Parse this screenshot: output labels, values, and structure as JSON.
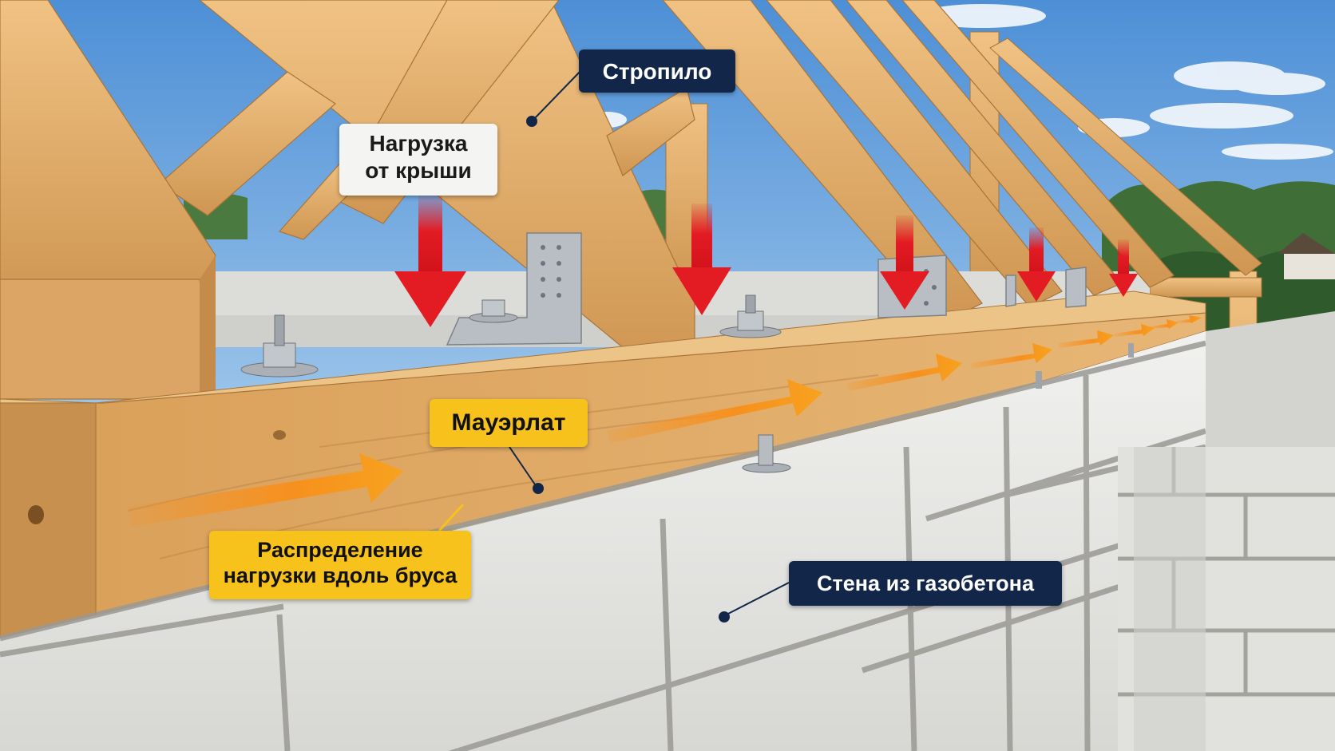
{
  "labels": {
    "rafter": "Стропило",
    "roof_load_line1": "Нагрузка",
    "roof_load_line2": "от крыши",
    "mauerlat": "Мауэрлат",
    "distribution_line1": "Распределение",
    "distribution_line2": "нагрузки вдоль бруса",
    "wall": "Стена из газобетона"
  },
  "colors": {
    "sky": "#7fb2e3",
    "wood": "#dfae6b",
    "wood_dark": "#b98445",
    "block": "#e6e6e4",
    "mortar": "#9a9994",
    "load_arrow": "#e31b23",
    "distribution_arrow": "#f7901e",
    "label_navy": "#12264a",
    "label_yellow": "#f7c21c",
    "label_white": "#f4f4f2"
  },
  "icons": {
    "load_arrows": "down-arrow-icon",
    "distribution_arrows": "right-arrow-icon",
    "anchors": "anchor-bolt-icon",
    "brackets": "metal-bracket-icon"
  }
}
